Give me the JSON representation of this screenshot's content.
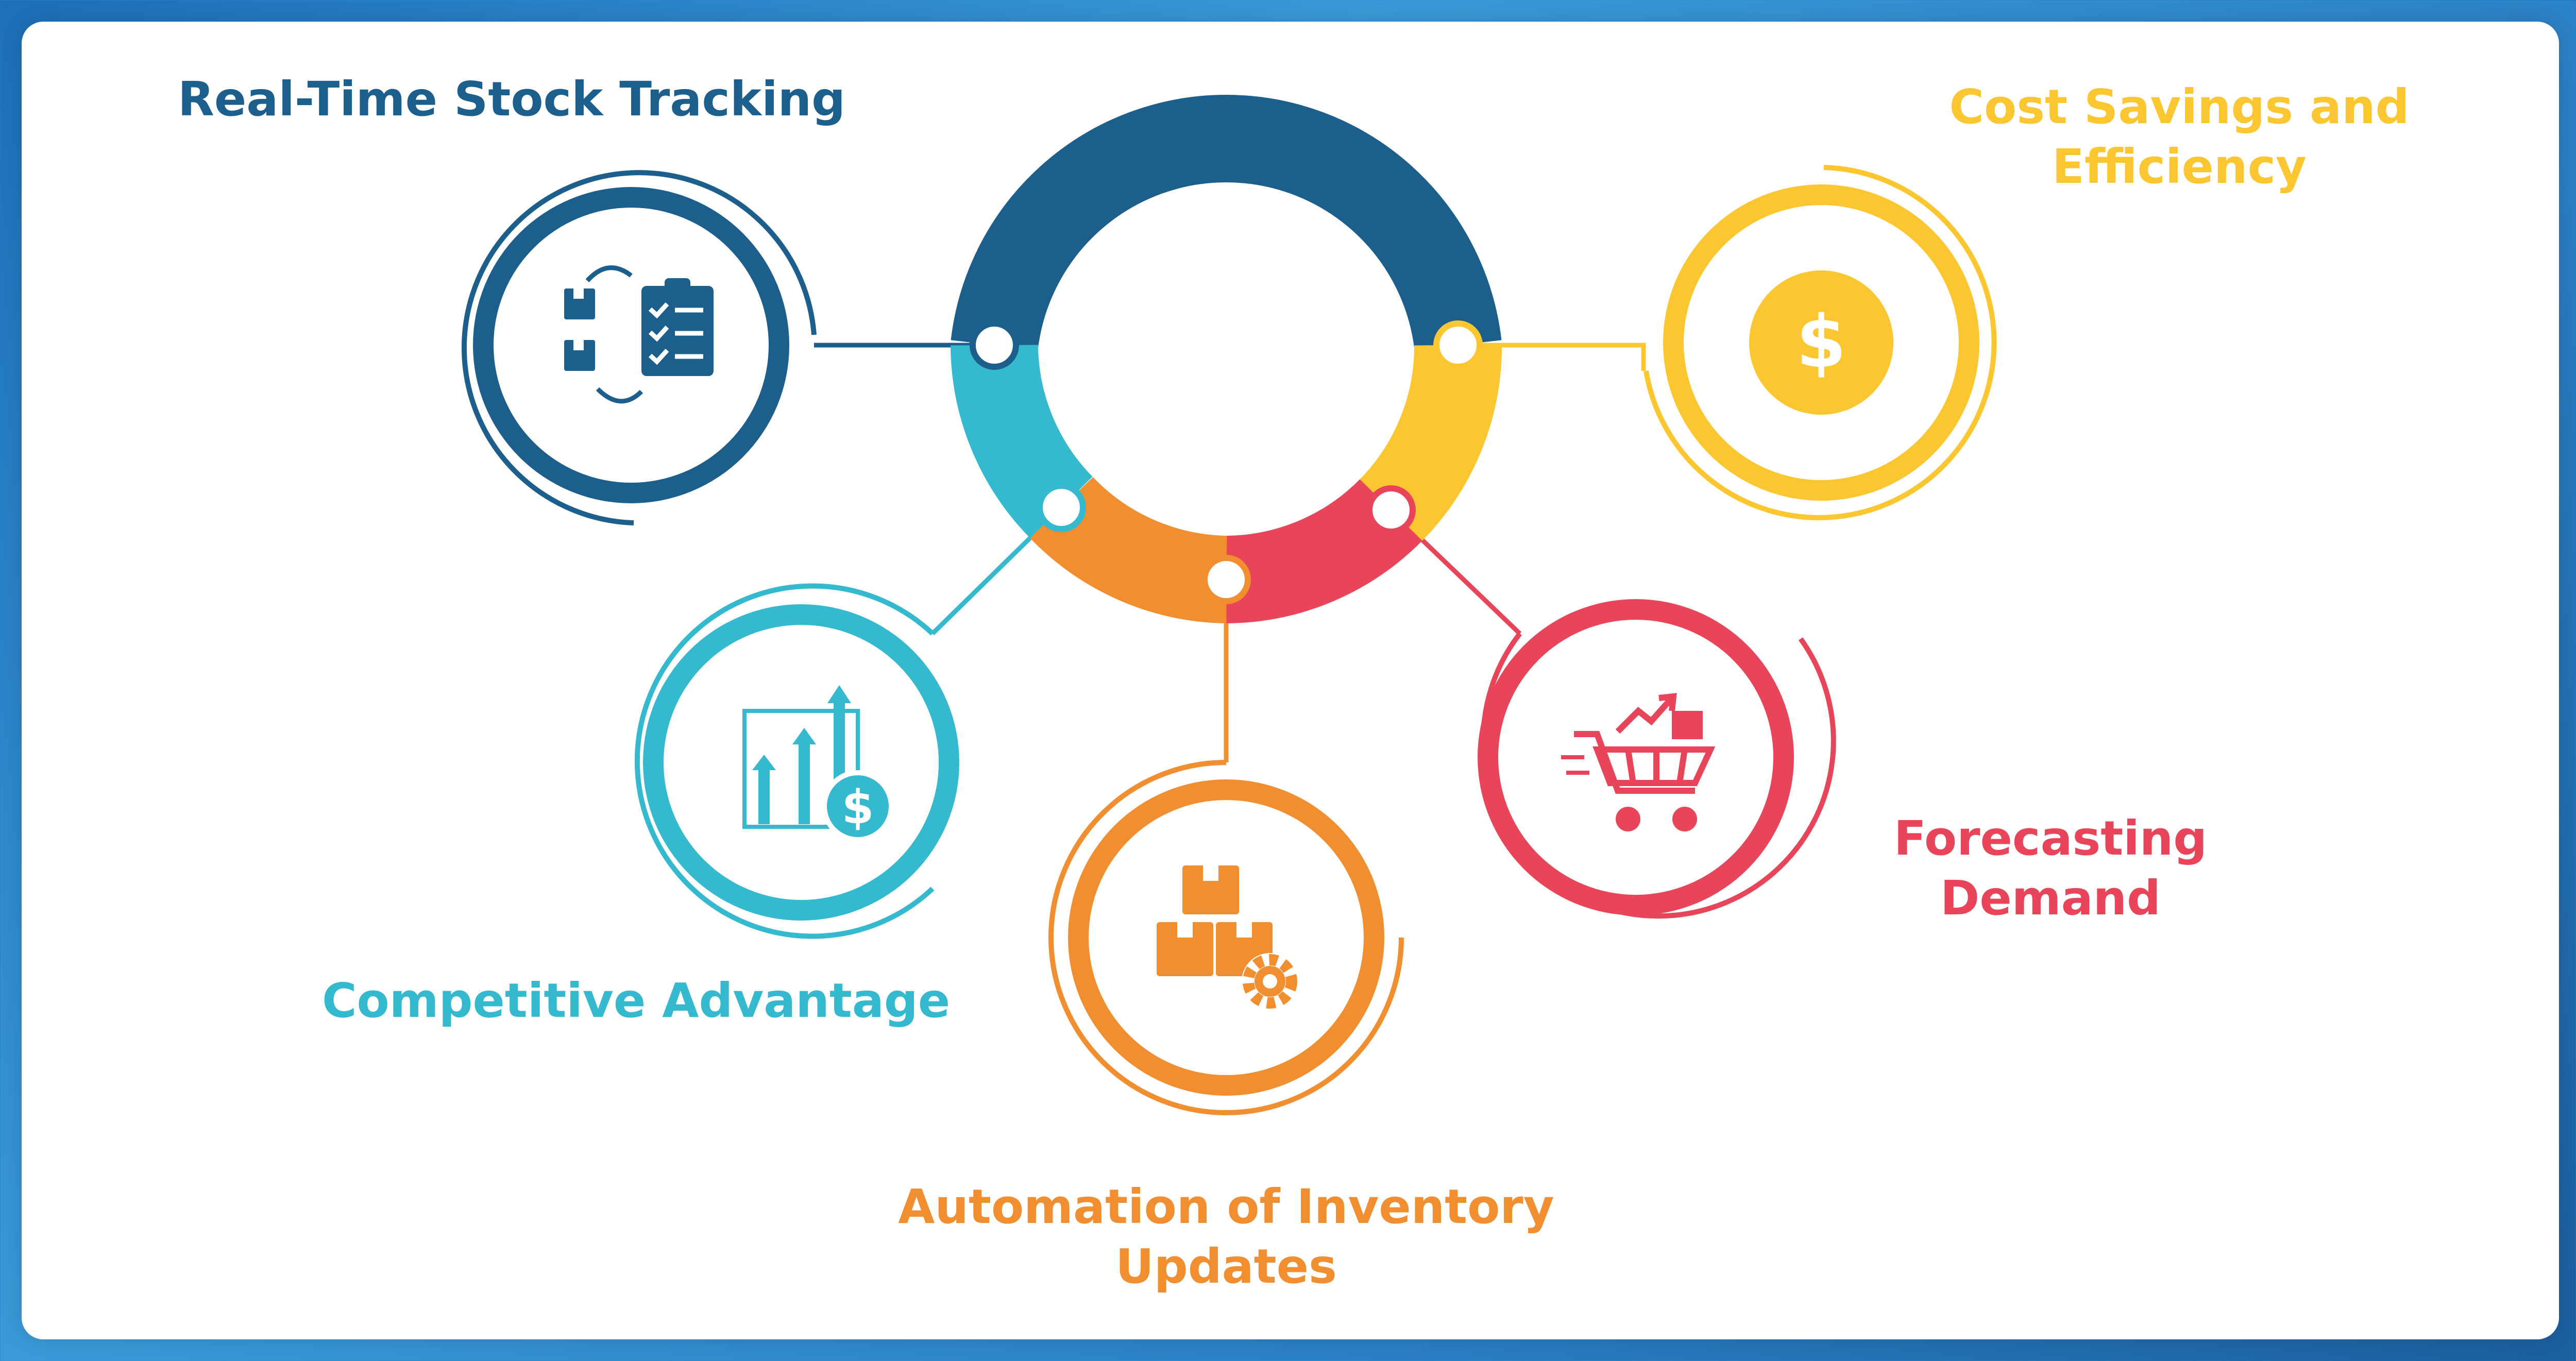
{
  "colors": {
    "navy": "#1c5f8d",
    "teal": "#35b9ce",
    "orange": "#f18e2f",
    "red": "#e8455a",
    "yellow": "#fcc630"
  },
  "items": [
    {
      "label": "Real-Time Stock Tracking",
      "icon": "inventory-checklist-icon",
      "color": "#1c5f8d"
    },
    {
      "label": "Cost Savings and Efficiency",
      "icon": "dollar-coin-icon",
      "color": "#fcc630"
    },
    {
      "label": "Forecasting Demand",
      "icon": "shopping-cart-trend-icon",
      "color": "#e8455a"
    },
    {
      "label": "Automation of Inventory Updates",
      "icon": "boxes-gear-icon",
      "color": "#f18e2f"
    },
    {
      "label": "Competitive Advantage",
      "icon": "growth-chart-dollar-icon",
      "color": "#35b9ce"
    }
  ],
  "labels": {
    "real_time": "Real-Time Stock Tracking",
    "cost_line1": "Cost Savings and",
    "cost_line2": "Efficiency",
    "forecast_line1": "Forecasting",
    "forecast_line2": "Demand",
    "automation_line1": "Automation of Inventory",
    "automation_line2": "Updates",
    "competitive": "Competitive Advantage"
  }
}
